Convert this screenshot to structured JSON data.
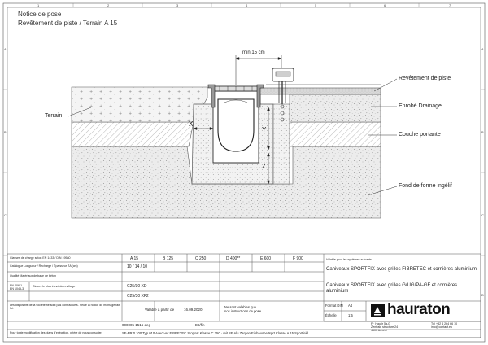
{
  "header": {
    "line1": "Notice de pose",
    "line2": "Revêtement de piste / Terrain A 15"
  },
  "drawing": {
    "dimension_top": "min 15 cm",
    "dim_x": "X",
    "dim_y": "Y",
    "dim_z": "Z",
    "label_terrain": "Terrain",
    "label_revetement": "Revêtement de piste",
    "label_enrobe": "Enrobé Drainage",
    "label_couche": "Couche portante",
    "label_fond": "Fond de forme ingélif"
  },
  "frame": {
    "row_markers": [
      "A",
      "B",
      "C",
      "D"
    ],
    "col_markers": [
      "1",
      "2",
      "3",
      "4",
      "5",
      "6",
      "7"
    ]
  },
  "title_block": {
    "classes_label": "Classes de charge selon EN 1433 / DIN 19580",
    "classes": [
      "A 15",
      "B 125",
      "C 250",
      "D 400**",
      "E 600",
      "F 900"
    ],
    "range_label": "Catalogue Longueur / Recharge / Épaisseur ZA (cm)",
    "range_value": "10 / 14 / 10",
    "quality_label": "Qualité Matériaux de base de béton",
    "en_label": "EN 206-1\nEN 1045-3",
    "code_label": "Ciment le plus élevé de revêtage",
    "code_value1": "C25/30 XD",
    "code_value2": "C25/30 XF2",
    "note_left": "Les dispositifs de la société ne sont pas contractuels. Seule la notice de montage fait foi.",
    "valid_label": "Valable à partir de",
    "valid_date": "16.09.2020",
    "next_label": "Ne sont valables que\nnos instructions de pose",
    "ref_code": "000005 1515 deg",
    "ref_sheet": "E9/fin",
    "product_line": "SF-PR 0 100 Typ 010 Avec ver FIBRETEC Stopost Klasse C 250 · mit SF Alu Zargen Einhausheitsprt Klasse A 15 Sportfeld",
    "sys_caption": "Valable pour les systèmes suivants",
    "desc1": "Caniveaux SPORTFIX avec grilles FIBRETEC et cornières aluminium",
    "desc2": "Caniveaux SPORTFIX avec grilles G/UG/PA-GF et cornières aluminium",
    "format_label": "Format DIN",
    "format_value": "A4",
    "scale_label": "Échelle",
    "scale_value": "1:5",
    "footer_note": "Pour toute modification des plans d'exécution, prière de nous consulter."
  },
  "company": {
    "name": "hauraton",
    "addr1": "F · Hautir 5a-G",
    "addr2": "Zentrale structure 24",
    "addr3": "4600 Anvéré",
    "tel": "Tél +32 4 264 66 10",
    "email": "info@contact.eu"
  },
  "colors": {
    "line": "#333333",
    "hatch": "#8a8a8a",
    "asphalt": "#d6d6d6",
    "speckle": "#bcbcbc"
  }
}
